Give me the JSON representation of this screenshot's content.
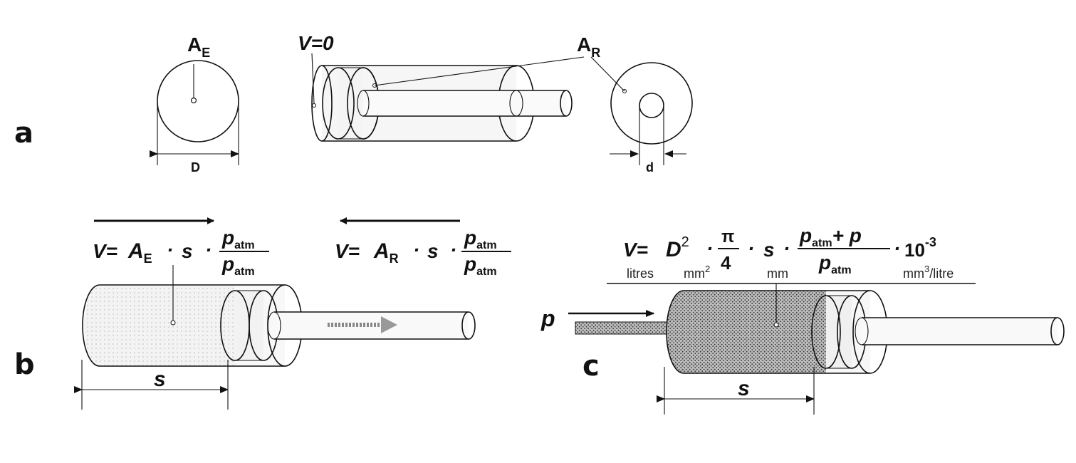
{
  "panels": {
    "a": "a",
    "b": "b",
    "c": "c"
  },
  "labels": {
    "A_E": {
      "main": "A",
      "sub": "E"
    },
    "A_R": {
      "main": "A",
      "sub": "R"
    },
    "V0": "V=0",
    "D": "D",
    "d": "d",
    "s": "s",
    "p": "p"
  },
  "formula_b1": {
    "lhs": "V=",
    "A": "A",
    "A_sub": "E",
    "dot1": "·",
    "s": "s",
    "dot2": "·",
    "num": "p",
    "num_sub": "atm",
    "den": "p",
    "den_sub": "atm"
  },
  "formula_b2": {
    "lhs": "V=",
    "A": "A",
    "A_sub": "R",
    "dot1": "·",
    "s": "s",
    "dot2": "·",
    "num": "p",
    "num_sub": "atm",
    "den": "p",
    "den_sub": "atm"
  },
  "formula_c": {
    "lhs": "V=",
    "D": "D",
    "D_sup": "2",
    "dot1": "·",
    "pi": "π",
    "four": "4",
    "dot2": "·",
    "s": "s",
    "dot3": "·",
    "num_p": "p",
    "num_sub": "atm",
    "num_plus": "+ p",
    "den_p": "p",
    "den_sub": "atm",
    "dot4": "·",
    "ten": "10",
    "ten_sup": "-3"
  },
  "units": {
    "litres": "litres",
    "mm2": "mm",
    "mm2_sup": "2",
    "mm": "mm",
    "mm3": "mm",
    "mm3_sup": "3",
    "mm3_rest": "/litre"
  }
}
